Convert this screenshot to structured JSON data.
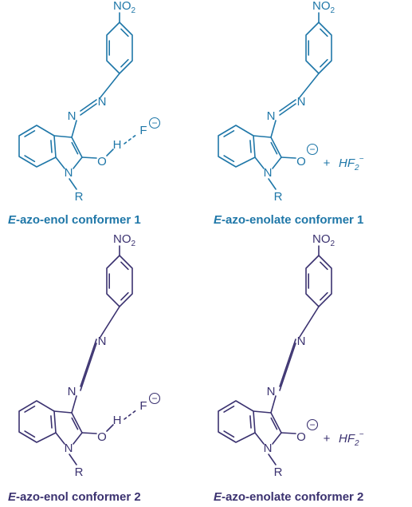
{
  "colors": {
    "top_row": "#1f77a8",
    "bottom_row": "#3b3270"
  },
  "labels": {
    "nitro": "NO",
    "nitro_sub": "2",
    "azo_n": "N",
    "ring_n": "N",
    "r": "R",
    "oxygen": "O",
    "hydrogen": "H",
    "fluoride": "F",
    "minus": "−",
    "plus": "+",
    "hf2": "HF",
    "hf2_sub": "2",
    "hf2_sup": "−"
  },
  "captions": {
    "enol_1": {
      "prefix": "E",
      "text": "-azo-enol conformer 1"
    },
    "enolate_1": {
      "prefix": "E",
      "text": "-azo-enolate conformer 1"
    },
    "enol_2": {
      "prefix": "E",
      "text": "-azo-enol conformer 2"
    },
    "enolate_2": {
      "prefix": "E",
      "text": "-azo-enolate conformer 2"
    }
  },
  "structures": [
    {
      "id": "enol-conformer-1",
      "row": "top",
      "form": "enol"
    },
    {
      "id": "enolate-conformer-1",
      "row": "top",
      "form": "enolate"
    },
    {
      "id": "enol-conformer-2",
      "row": "bottom",
      "form": "enol"
    },
    {
      "id": "enolate-conformer-2",
      "row": "bottom",
      "form": "enolate"
    }
  ]
}
